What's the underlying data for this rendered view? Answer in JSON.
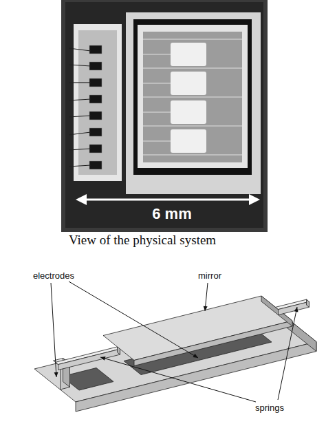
{
  "diagram": {
    "caption": "View of the physical system",
    "labels": [
      "6 mm",
      "mirror",
      "electrodes",
      "springs"
    ]
  }
}
